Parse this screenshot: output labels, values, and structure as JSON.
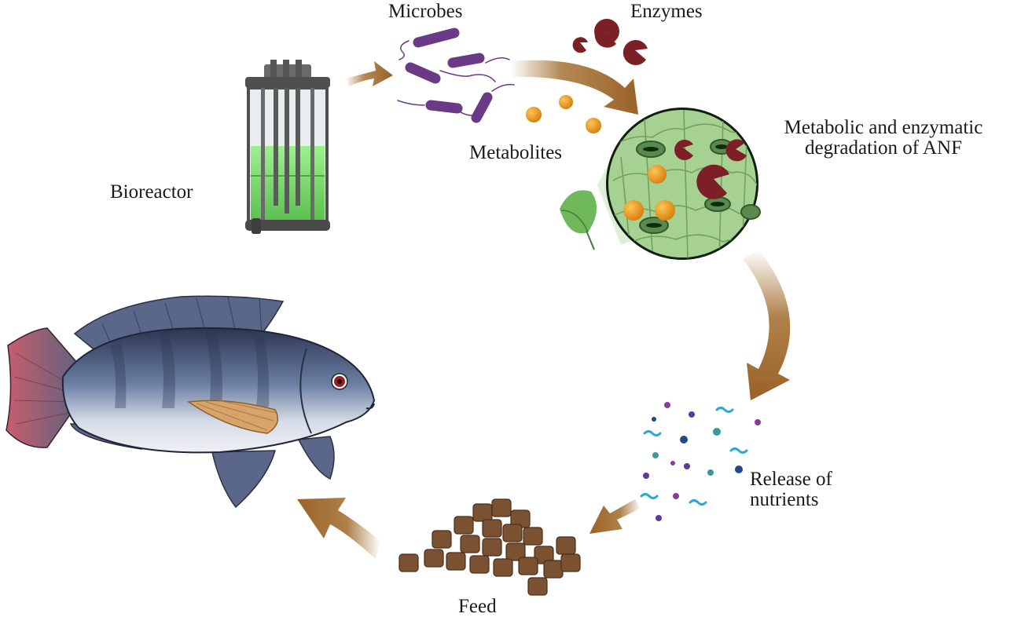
{
  "labels": {
    "bioreactor": "Bioreactor",
    "microbes": "Microbes",
    "enzymes": "Enzymes",
    "metabolites": "Metabolites",
    "degradation_line1": "Metabolic and enzymatic",
    "degradation_line2": "degradation of ANF",
    "release_line1": "Release of",
    "release_line2": "nutrients",
    "feed": "Feed"
  },
  "colors": {
    "arrow": "#a06a2a",
    "microbe": "#6a3a86",
    "enzyme": "#7d1f27",
    "metabolite": "#e8950f",
    "leaf_cells": "#9cc98a",
    "bioreactor_liquid": "#7fdc72",
    "bioreactor_frame": "#5a5a5a",
    "feed_pellet": "#6e4a2e",
    "fish_body": "#5d6f8f",
    "fish_tail": "#c25a6a",
    "fish_fin": "#d9a46a"
  },
  "icons": [
    "bioreactor-icon",
    "microbe-icon",
    "enzyme-icon",
    "metabolite-icon",
    "leaf-cells-icon",
    "leaf-icon",
    "nutrient-particles-icon",
    "feed-pellets-icon",
    "fish-icon",
    "cycle-arrow-icon"
  ]
}
